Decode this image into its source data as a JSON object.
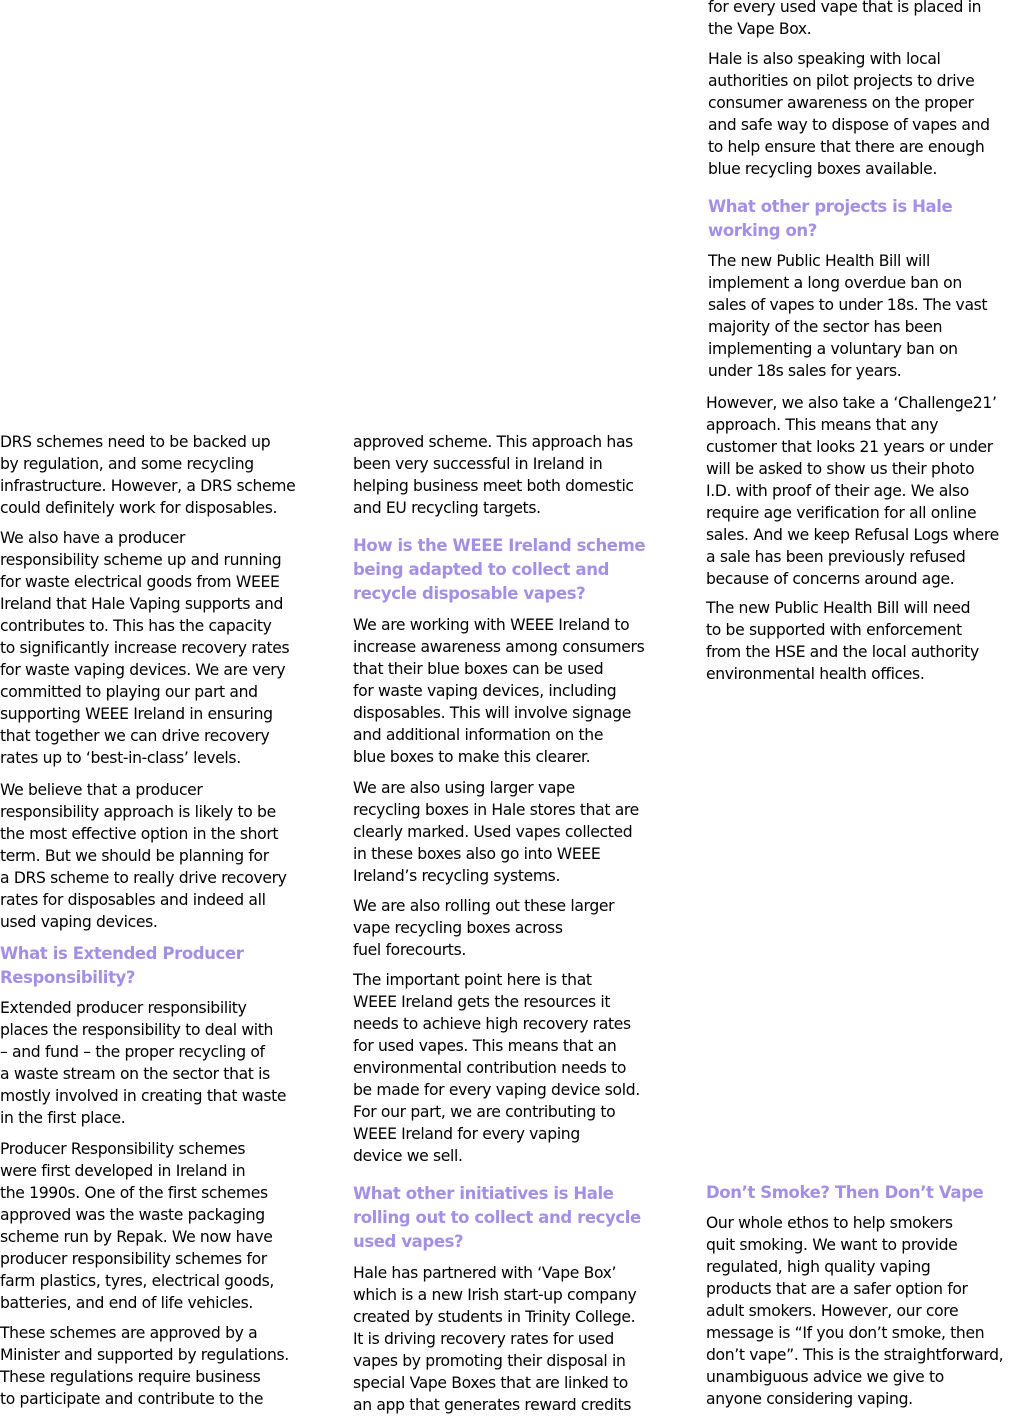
{
  "colors": {
    "text": "#000000",
    "heading": "#a48fe6",
    "background": "#ffffff"
  },
  "col3_top": {
    "p_vapebox_end": [
      "for every used vape that is placed in",
      "the Vape Box."
    ],
    "p_local_authorities": [
      "Hale is also speaking with local",
      "authorities on pilot projects to drive",
      "consumer awareness on the proper",
      "and safe way to dispose of vapes and",
      "to help ensure that there are enough",
      "blue recycling boxes available."
    ],
    "h_other_projects": [
      "What other projects is Hale",
      "working on?"
    ],
    "p_public_health_bill": [
      "The new Public Health Bill will",
      "implement a long overdue ban on",
      "sales of vapes to under 18s. The vast",
      "majority of the sector has been",
      "implementing a voluntary ban on",
      "under 18s sales for years."
    ],
    "p_challenge21": [
      "However, we also take a ‘Challenge21’",
      "approach. This means that any",
      "customer that looks 21 years or under",
      "will be asked to show us their photo",
      "I.D. with proof of their age. We also",
      "require age verification for all online",
      "sales. And we keep Refusal Logs where",
      "a sale has been previously refused",
      "because of concerns around age."
    ],
    "p_enforcement": [
      "The new Public Health Bill will need",
      "to be supported with enforcement",
      "from the HSE and the local authority",
      "environmental health offices."
    ]
  },
  "col1": {
    "p_drs": [
      "DRS schemes need to be backed up",
      "by regulation, and some recycling",
      "infrastructure. However, a DRS scheme",
      "could definitely work for disposables."
    ],
    "p_producer_scheme": [
      "We also have a producer",
      "responsibility scheme up and running",
      "for waste electrical goods from WEEE",
      "Ireland that Hale Vaping supports and",
      "contributes to. This has the capacity",
      "to significantly increase recovery rates",
      "for waste vaping devices. We are very",
      "committed to playing our part and",
      "supporting WEEE Ireland in ensuring",
      "that together we can drive recovery",
      "rates up to ‘best-in-class’ levels."
    ],
    "p_believe": [
      "We believe that a producer",
      "responsibility approach is likely to be",
      "the most effective option in the short",
      "term. But we should be planning for",
      "a DRS scheme to really drive recovery",
      "rates for disposables and indeed all",
      "used vaping devices."
    ],
    "h_epr": [
      "What is Extended Producer",
      "Responsibility?"
    ],
    "p_epr": [
      "Extended producer responsibility",
      "places the responsibility to deal with",
      "– and fund – the proper recycling of",
      "a waste stream on the sector that is",
      "mostly involved in creating that waste",
      "in the first place."
    ],
    "p_history": [
      "Producer Responsibility schemes",
      "were first developed in Ireland in",
      "the 1990s. One of the first schemes",
      "approved was the waste packaging",
      "scheme run by Repak. We now have",
      "producer responsibility schemes for",
      "farm plastics, tyres, electrical goods,",
      "batteries, and end of life vehicles."
    ],
    "p_approved": [
      "These schemes are approved by a",
      "Minister and supported by regulations.",
      "These regulations require business",
      "to participate and contribute to the"
    ]
  },
  "col2": {
    "p_approved_cont": [
      "approved scheme. This approach has",
      "been very successful in Ireland in",
      "helping business meet both domestic",
      "and EU recycling targets."
    ],
    "h_weee": [
      "How is the WEEE Ireland scheme",
      "being adapted to collect and",
      "recycle disposable vapes?"
    ],
    "p_weee_working": [
      "We are working with WEEE Ireland to",
      "increase awareness among consumers",
      "that their blue boxes can be used",
      "for waste vaping devices, including",
      "disposables. This will involve signage",
      "and additional information on the",
      "blue boxes to make this clearer."
    ],
    "p_larger_boxes": [
      "We are also using larger vape",
      "recycling boxes in Hale stores that are",
      "clearly marked. Used vapes collected",
      "in these boxes also go into WEEE",
      "Ireland’s recycling systems."
    ],
    "p_forecourts": [
      "We are also rolling out these larger",
      "vape recycling boxes across",
      "fuel forecourts."
    ],
    "p_important": [
      "The important point here is that",
      "WEEE Ireland gets the resources it",
      "needs to achieve high recovery rates",
      "for used vapes. This means that an",
      "environmental contribution needs to",
      "be made for every vaping device sold.",
      "For our part, we are contributing to",
      "WEEE Ireland for every vaping",
      "device we sell."
    ],
    "h_initiatives": [
      "What other initiatives is Hale",
      "rolling out to collect and recycle",
      "used vapes?"
    ],
    "p_vapebox": [
      "Hale has partnered with ‘Vape Box’",
      "which is a new Irish start-up company",
      "created by students in Trinity College.",
      "It is driving recovery rates for used",
      "vapes by promoting their disposal in",
      "special Vape Boxes that are linked to",
      "an app that generates reward credits"
    ]
  },
  "col3_bottom": {
    "h_dont_smoke": [
      "Don’t Smoke? Then Don’t Vape"
    ],
    "p_ethos": [
      "Our whole ethos to help smokers",
      "quit smoking. We want to provide",
      "regulated, high quality vaping",
      "products that are a safer option for",
      "adult smokers. However, our core",
      "message is “If you don’t smoke, then",
      "don’t vape”. This is the straightforward,",
      "unambiguous advice we give to",
      "anyone considering vaping."
    ]
  }
}
